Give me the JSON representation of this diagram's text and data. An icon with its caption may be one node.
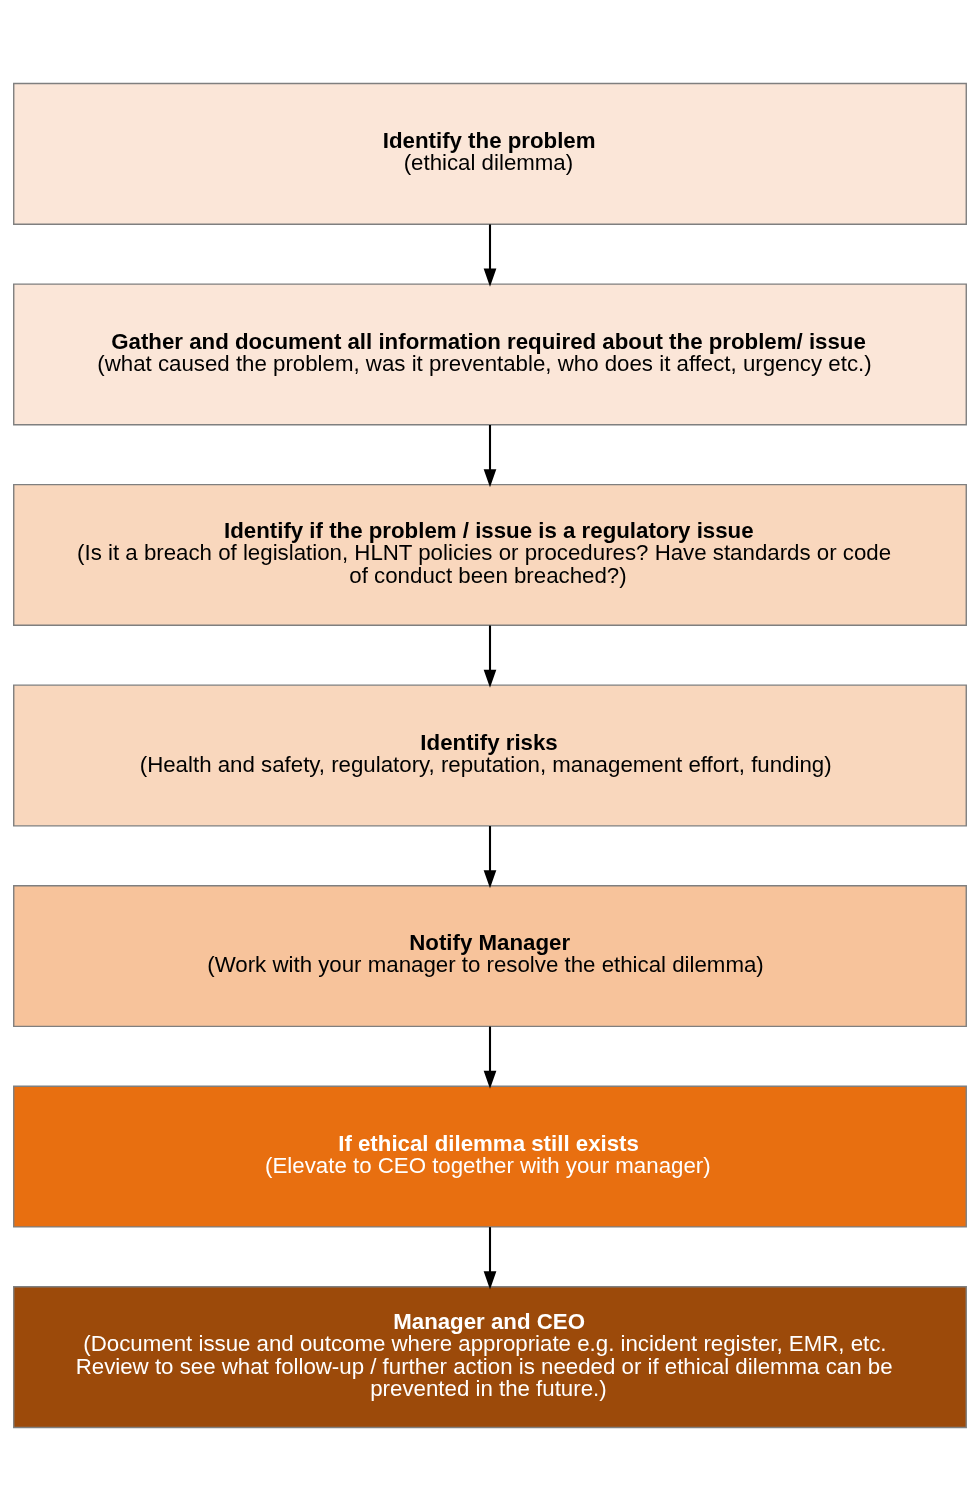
{
  "diagram": {
    "nodes": [
      {
        "text": [
          "Identify the problem",
          "(ethical dilemma)"
        ]
      },
      {
        "text": [
          "Gather and document all information required about the problem/ issue",
          "(what caused the problem, was it preventable, who does it affect, urgency etc.)"
        ]
      },
      {
        "text": [
          "Identify if the problem / issue is a regulatory issue",
          "(Is it a breach of legislation, HLNT policies or procedures? Have standards or code of conduct been breached?)"
        ]
      },
      {
        "text": [
          "Identify risks",
          "(Health and safety, regulatory, reputation, management effort, funding)"
        ]
      },
      {
        "text": [
          "Notify Manager",
          "(Work with your manager to resolve the ethical dilemma)"
        ]
      },
      {
        "text": [
          "If ethical dilemma still exists",
          "(Elevate to CEO together with your manager)"
        ]
      },
      {
        "text": [
          "Manager and CEO",
          "(Document issue and outcome where appropriate e.g. incident register, EMR, etc. Review to see what follow-up / further action is needed or if ethical dilemma can be prevented in the future.)"
        ]
      }
    ],
    "edges": [
      {
        "from": 0,
        "to": 1,
        "arrow": "to"
      },
      {
        "from": 1,
        "to": 2,
        "arrow": "to"
      },
      {
        "from": 2,
        "to": 3,
        "arrow": "to"
      },
      {
        "from": 3,
        "to": 4,
        "arrow": "to"
      },
      {
        "from": 4,
        "to": 5,
        "arrow": "to"
      },
      {
        "from": 5,
        "to": 6,
        "arrow": "to"
      }
    ]
  }
}
